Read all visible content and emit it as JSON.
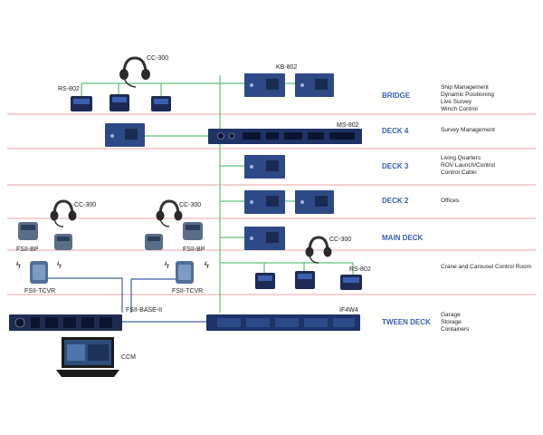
{
  "decks": [
    {
      "name": "BRIDGE",
      "desc": [
        "Ship Management",
        "Dynamic Positioning",
        "Live Survey",
        "Winch Control"
      ]
    },
    {
      "name": "DECK 4",
      "desc": [
        "Survey Management"
      ]
    },
    {
      "name": "DECK 3",
      "desc": [
        "Living Quarters",
        "ROV Launch/Control",
        "Control Cabin"
      ]
    },
    {
      "name": "DECK 2",
      "desc": [
        "Offices"
      ]
    },
    {
      "name": "MAIN DECK",
      "desc": []
    },
    {
      "name": "",
      "desc": [
        "Crane and Carousel Control Room"
      ]
    },
    {
      "name": "TWEEN DECK",
      "desc": [
        "Garage",
        "Storage",
        "Containers"
      ]
    }
  ],
  "devices": {
    "cc300_bridge": "CC-300",
    "rs802_bridge": "RS-802",
    "kb802": "KB-802",
    "ms802": "MS-802",
    "cc300_left": "CC-300",
    "cc300_mid": "CC-300",
    "fsii_bp_left": "FSII-BP",
    "fsii_bp_mid": "FSII-BP",
    "fsii_tcvr_left": "FSII-TCVR",
    "fsii_tcvr_mid": "FSII-TCVR",
    "fsii_base": "FSII-BASE-II",
    "cc300_main": "CC-300",
    "rs802_main": "RS-802",
    "if4w4": "IF4W4",
    "ccm": "CCM"
  },
  "colors": {
    "deck_label": "#3a5fb4",
    "divider": "#e8a6a6",
    "network_line": "#5fbf7a",
    "wireless_line": "#3f5fa8",
    "device_panel": "#2e4a86"
  }
}
